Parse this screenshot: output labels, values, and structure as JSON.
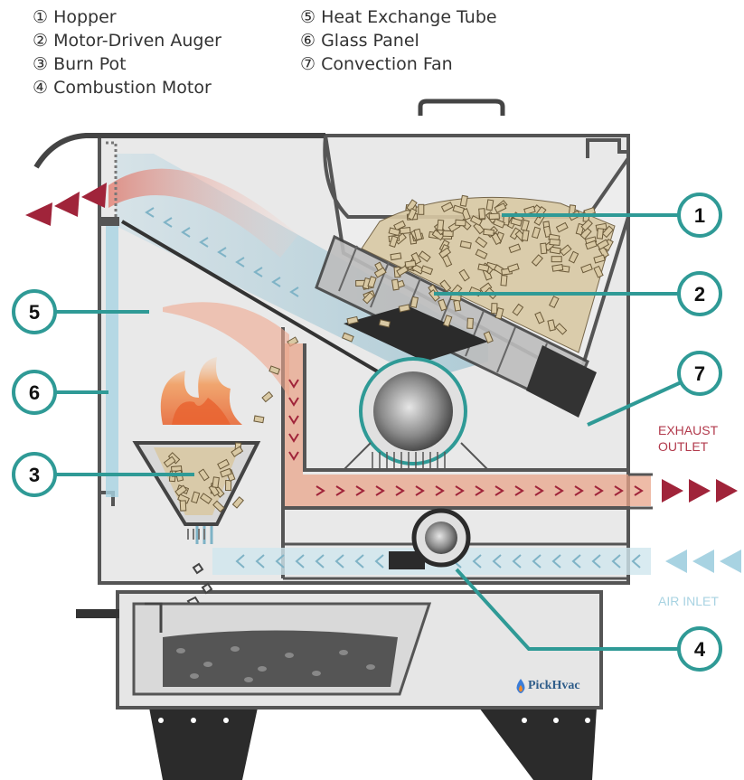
{
  "legend": {
    "left": [
      "① Hopper",
      "② Motor-Driven Auger",
      "③ Burn Pot",
      "④ Combustion Motor"
    ],
    "right": [
      "⑤ Heat Exchange Tube",
      "⑥ Glass Panel",
      "⑦ Convection Fan"
    ]
  },
  "callouts": [
    {
      "number": "1",
      "target": "hopper"
    },
    {
      "number": "2",
      "target": "motor-driven-auger"
    },
    {
      "number": "3",
      "target": "burn-pot"
    },
    {
      "number": "4",
      "target": "combustion-motor"
    },
    {
      "number": "5",
      "target": "heat-exchange-tube"
    },
    {
      "number": "6",
      "target": "glass-panel"
    },
    {
      "number": "7",
      "target": "convection-fan"
    }
  ],
  "labels": {
    "exhaust_line1": "EXHAUST",
    "exhaust_line2": "OUTLET",
    "air_inlet": "AIR INLET",
    "brand": "PickHvac"
  },
  "colors": {
    "body_fill": "#e8e8e8",
    "outline": "#555555",
    "callout_teal": "#2f9a96",
    "exhaust_red": "#a0243a",
    "air_blue": "#a8d3e2",
    "pellet": "#d9c9a4",
    "legs": "#2b2b2b"
  }
}
